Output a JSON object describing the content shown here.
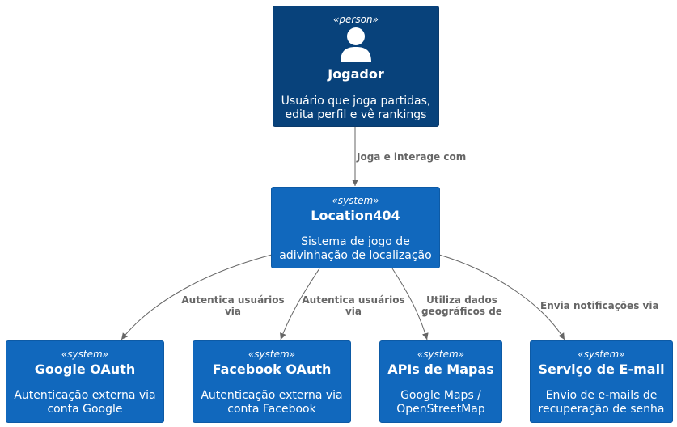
{
  "nodes": {
    "jogador": {
      "stereotype": "«person»",
      "title": "Jogador",
      "desc_line1": "Usuário que joga partidas,",
      "desc_line2": "edita perfil e vê rankings"
    },
    "location404": {
      "stereotype": "«system»",
      "title": "Location404",
      "desc_line1": "Sistema de jogo de",
      "desc_line2": "adivinhação de localização"
    },
    "google": {
      "stereotype": "«system»",
      "title": "Google OAuth",
      "desc_line1": "Autenticação externa via",
      "desc_line2": "conta Google"
    },
    "facebook": {
      "stereotype": "«system»",
      "title": "Facebook OAuth",
      "desc_line1": "Autenticação externa via",
      "desc_line2": "conta Facebook"
    },
    "mapas": {
      "stereotype": "«system»",
      "title": "APIs de Mapas",
      "desc_line1": "Google Maps /",
      "desc_line2": "OpenStreetMap"
    },
    "email": {
      "stereotype": "«system»",
      "title": "Serviço de E-mail",
      "desc_line1": "Envio de e-mails de",
      "desc_line2": "recuperação de senha"
    }
  },
  "edges": {
    "joga": {
      "line1": "Joga e interage com"
    },
    "google_auth": {
      "line1": "Autentica usuários",
      "line2": "via"
    },
    "facebook_auth": {
      "line1": "Autentica usuários",
      "line2": "via"
    },
    "mapas_dados": {
      "line1": "Utiliza dados",
      "line2": "geográficos de"
    },
    "email_notif": {
      "line1": "Envia notificações via"
    }
  },
  "colors": {
    "person": "#08427b",
    "system": "#1168bd",
    "edge": "#666666"
  }
}
